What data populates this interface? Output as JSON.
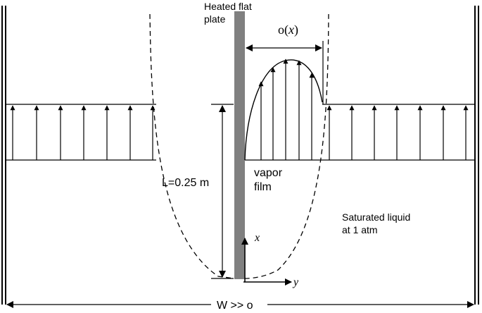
{
  "labels": {
    "plate_line1": "Heated flat",
    "plate_line2": "plate",
    "thickness_sym": "o(",
    "thickness_var": "x",
    "thickness_close": ")",
    "vapor_line1": "vapor",
    "vapor_line2": "film",
    "length": "L=0.25 m",
    "liquid_line1": "Saturated liquid",
    "liquid_line2": "at 1 atm",
    "axis_x": "x",
    "axis_y": "y",
    "width": "W >> o"
  }
}
